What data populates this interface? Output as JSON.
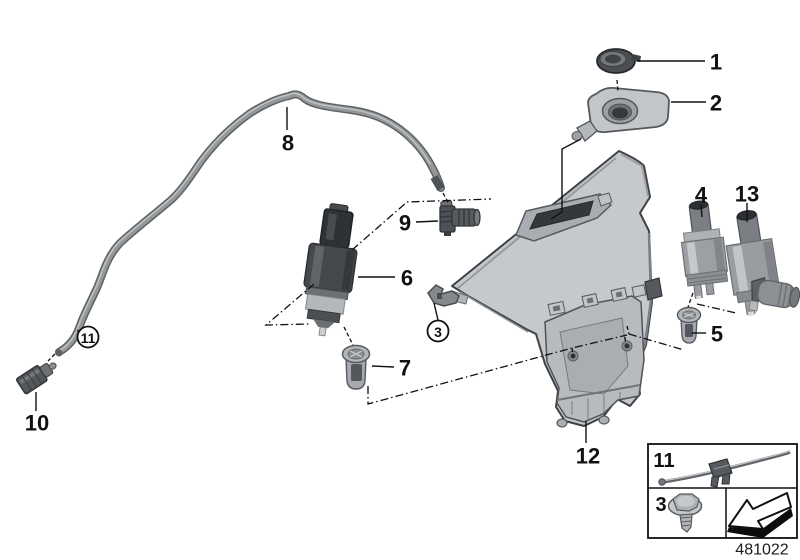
{
  "diagram": {
    "callouts": {
      "c1": "1",
      "c2": "2",
      "c3": "3",
      "c4": "4",
      "c5": "5",
      "c6": "6",
      "c7": "7",
      "c8": "8",
      "c9": "9",
      "c10": "10",
      "c11": "11",
      "c12": "12",
      "c13": "13"
    },
    "legend": {
      "row1_ref": "11",
      "row1_icon": "cable-tie-icon",
      "row2_ref": "3",
      "row2_icon": "screw-icon",
      "arrow_icon": "direction-arrow-icon"
    },
    "part_number": "481022",
    "colors": {
      "background": "#ffffff",
      "line": "#111111",
      "part_light": "#c6c9cc",
      "part_mid": "#9aa0a5",
      "part_dark": "#45494d"
    }
  }
}
